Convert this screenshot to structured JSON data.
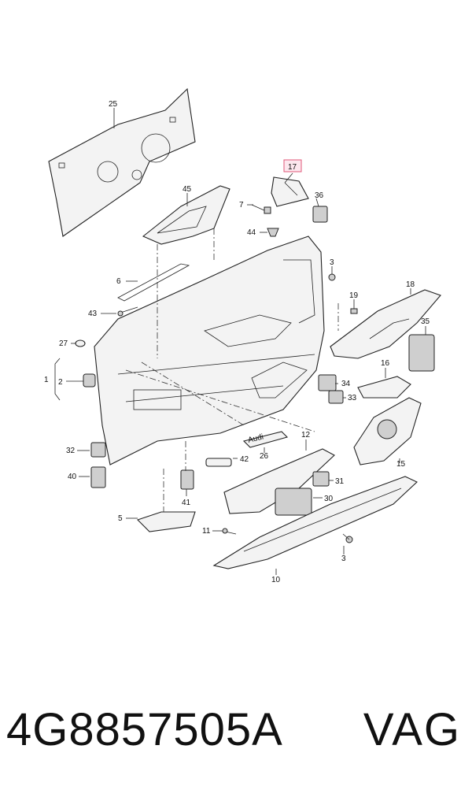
{
  "diagram": {
    "callouts": [
      "25",
      "17",
      "45",
      "36",
      "7",
      "44",
      "3",
      "6",
      "43",
      "19",
      "18",
      "35",
      "27",
      "1",
      "2",
      "34",
      "33",
      "16",
      "32",
      "12",
      "26",
      "42",
      "31",
      "40",
      "41",
      "30",
      "15",
      "5",
      "11",
      "3",
      "10"
    ],
    "highlighted_callout": "17",
    "embossed_label": "Audi"
  },
  "footer": {
    "part_number": "4G8857505A",
    "brand": "VAG"
  }
}
